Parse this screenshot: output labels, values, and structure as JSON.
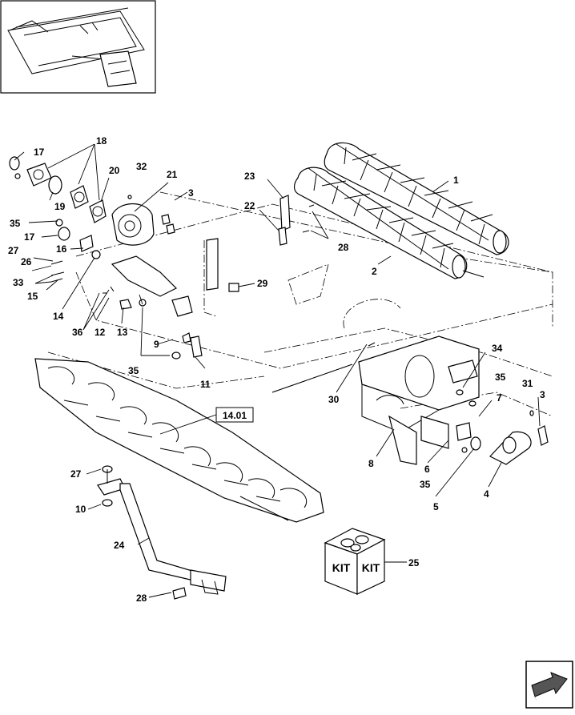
{
  "callouts": {
    "c1": "1",
    "c2": "2",
    "c3a": "3",
    "c3b": "3",
    "c4": "4",
    "c5": "5",
    "c6": "6",
    "c7": "7",
    "c8": "8",
    "c9": "9",
    "c10": "10",
    "c11": "11",
    "c12": "12",
    "c13": "13",
    "c14": "14",
    "c15": "15",
    "c16": "16",
    "c17a": "17",
    "c17b": "17",
    "c18": "18",
    "c19": "19",
    "c20": "20",
    "c21": "21",
    "c22": "22",
    "c23": "23",
    "c24": "24",
    "c25": "25",
    "c26": "26",
    "c27a": "27",
    "c27b": "27",
    "c28a": "28",
    "c28b": "28",
    "c29": "29",
    "c30": "30",
    "c31": "31",
    "c32": "32",
    "c33": "33",
    "c34": "34",
    "c35a": "35",
    "c35b": "35",
    "c35c": "35",
    "c35d": "35",
    "c36": "36"
  },
  "reference_box": "14.01",
  "kit": {
    "label_left": "KIT",
    "label_right": "KIT"
  },
  "icons": [
    "locator-thumbnail",
    "next-page-arrow-icon"
  ]
}
